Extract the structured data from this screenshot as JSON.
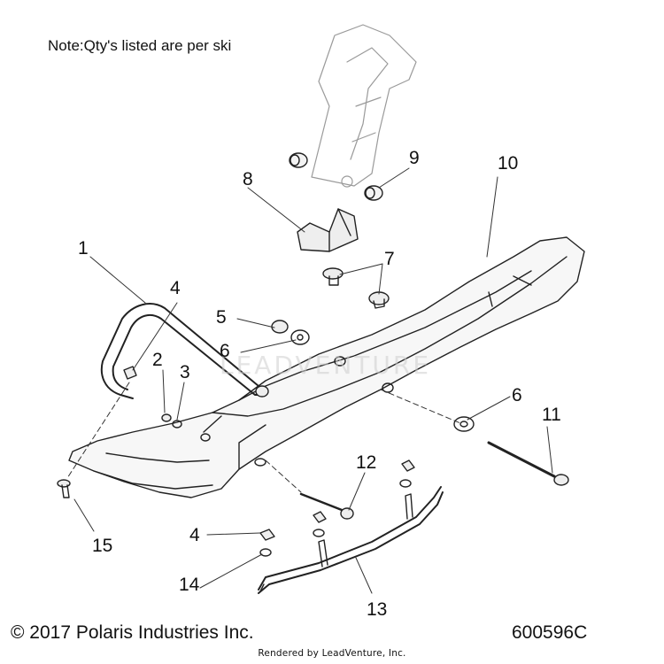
{
  "note": "Note:Qty's listed are per ski",
  "copyright": "© 2017 Polaris Industries Inc.",
  "part_number": "600596C",
  "rendered_by": "Rendered by LeadVenture, Inc.",
  "watermark": "LEADVENTURE",
  "callouts": [
    "1",
    "2",
    "3",
    "4",
    "5",
    "6",
    "6",
    "7",
    "8",
    "9",
    "10",
    "11",
    "12",
    "13",
    "4",
    "14",
    "15"
  ]
}
